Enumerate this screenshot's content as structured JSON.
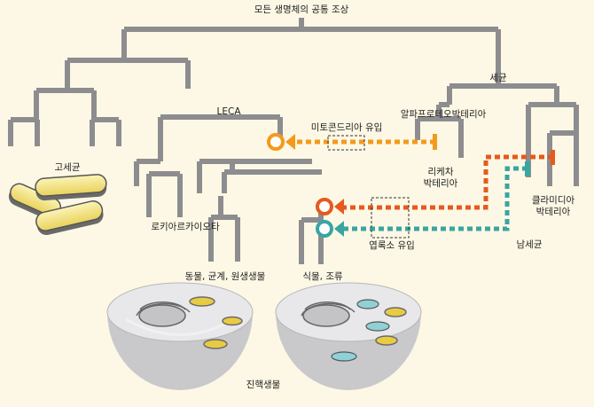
{
  "labels": {
    "root": "모든 생명체의 공통 조상",
    "bacteria": "세균",
    "archaea": "고세균",
    "leca": "LECA",
    "mito_origin": "미토콘드리아 유입",
    "alpha": "알파프로테오박테리아",
    "rickettsia_line1": "리케차",
    "rickettsia_line2": "박테리아",
    "chlamydia_line1": "클라미디아",
    "chlamydia_line2": "박테리아",
    "cyanobacteria": "남세균",
    "lokiarchaeota": "로키아르카이오타",
    "plastid_origin": "엽록소 유입",
    "animals": "동물, 균계, 원생생물",
    "plants": "식물, 조류",
    "eukaryotes": "진핵생물"
  },
  "colors": {
    "background": "#fdf8e5",
    "tree": "#8d8d90",
    "mitochondria": "#f39a1d",
    "plastid_red": "#e55a1f",
    "cyanobacteria": "#3aa5a3",
    "cell": "#d7d7d9",
    "archaea_body": "#f4e89a"
  }
}
